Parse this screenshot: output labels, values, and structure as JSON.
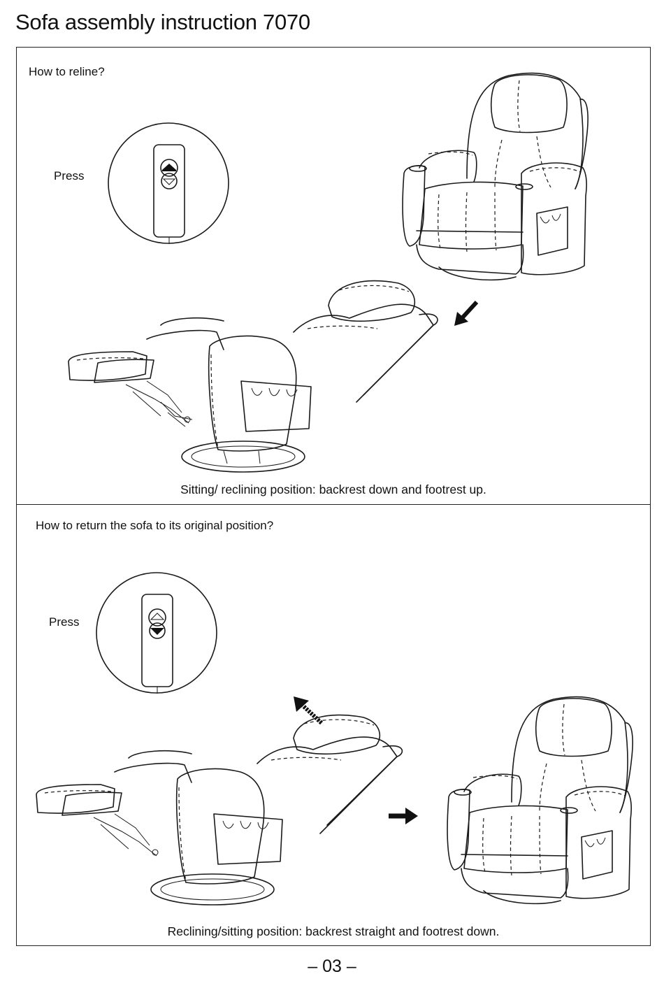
{
  "document": {
    "title": "Sofa assembly instruction 7070",
    "page_number": "– 03 –"
  },
  "section1": {
    "heading": "How to reline?",
    "press_label": "Press",
    "caption": "Sitting/ reclining position: backrest down and footrest up."
  },
  "section2": {
    "heading": "How to return the sofa to its original position?",
    "press_label": "Press",
    "caption": "Reclining/sitting position: backrest straight and footrest down."
  },
  "icons": {
    "remote": "remote-control-icon",
    "arrow_down": "arrow-down-left-icon",
    "arrow_up": "arrow-up-left-icon",
    "arrow_right": "arrow-right-icon"
  }
}
